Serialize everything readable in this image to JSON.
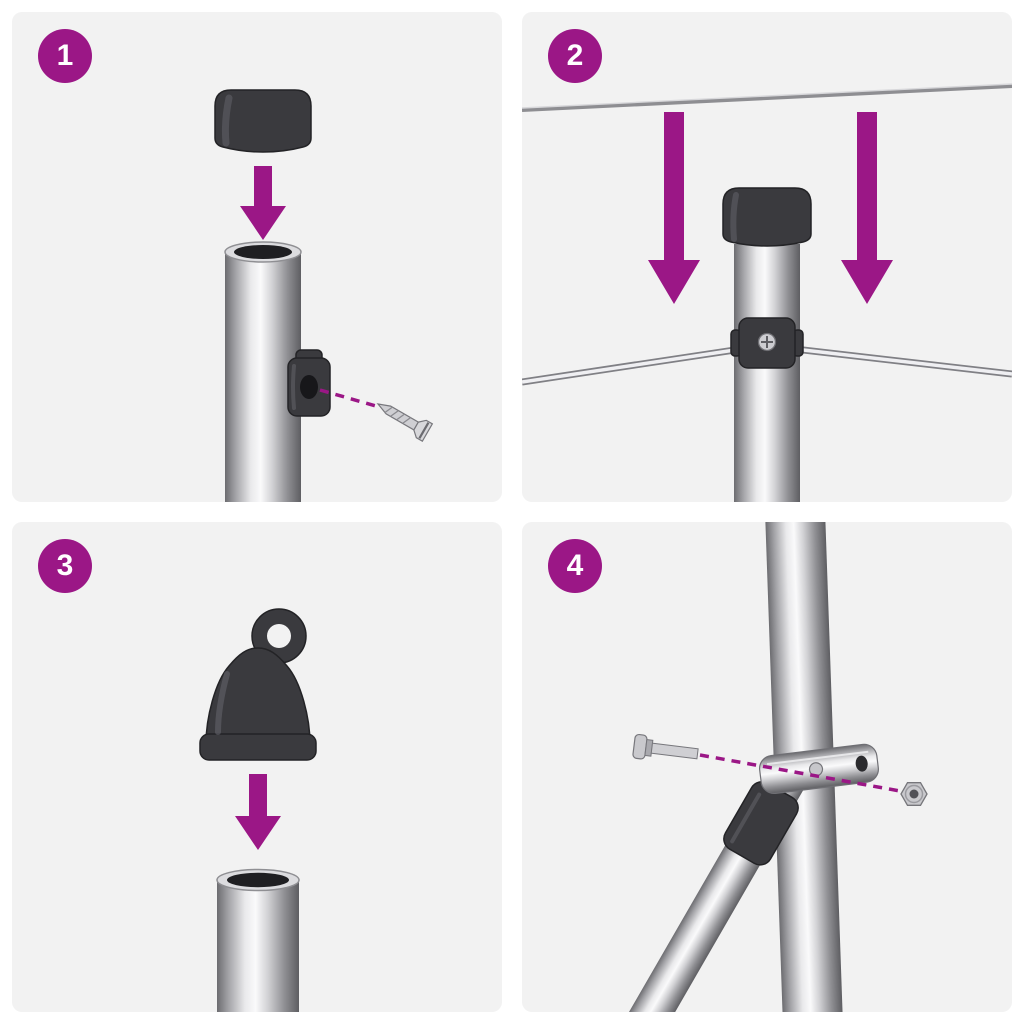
{
  "diagram": {
    "kind": "assembly-instructions",
    "steps": [
      {
        "number": "1",
        "illustration": "post-cap-pressed-onto-post-tube",
        "elements": [
          "post-cap",
          "down-arrow",
          "open-post-tube",
          "clamp-bracket",
          "screw",
          "dashed-guide-line"
        ]
      },
      {
        "number": "2",
        "illustration": "wires-lowered-onto-capped-post-and-clamped",
        "elements": [
          "top-tension-wire",
          "down-arrow-left",
          "down-arrow-right",
          "capped-post",
          "wire-clamp",
          "clamped-tension-wire"
        ]
      },
      {
        "number": "3",
        "illustration": "eyelet-cap-pressed-onto-post-tube",
        "elements": [
          "eyelet-cap",
          "down-arrow",
          "open-post-tube"
        ]
      },
      {
        "number": "4",
        "illustration": "diagonal-brace-bolted-to-post-with-clamp",
        "elements": [
          "fence-post",
          "diagonal-brace",
          "brace-socket",
          "brace-clamp-band",
          "bolt",
          "dashed-guide-line",
          "nut"
        ]
      }
    ]
  },
  "colors": {
    "accent": "#9B1786",
    "panel_background": "#F2F2F2",
    "part_dark": "#3A3A3E",
    "canvas_background": "#FFFFFF"
  }
}
